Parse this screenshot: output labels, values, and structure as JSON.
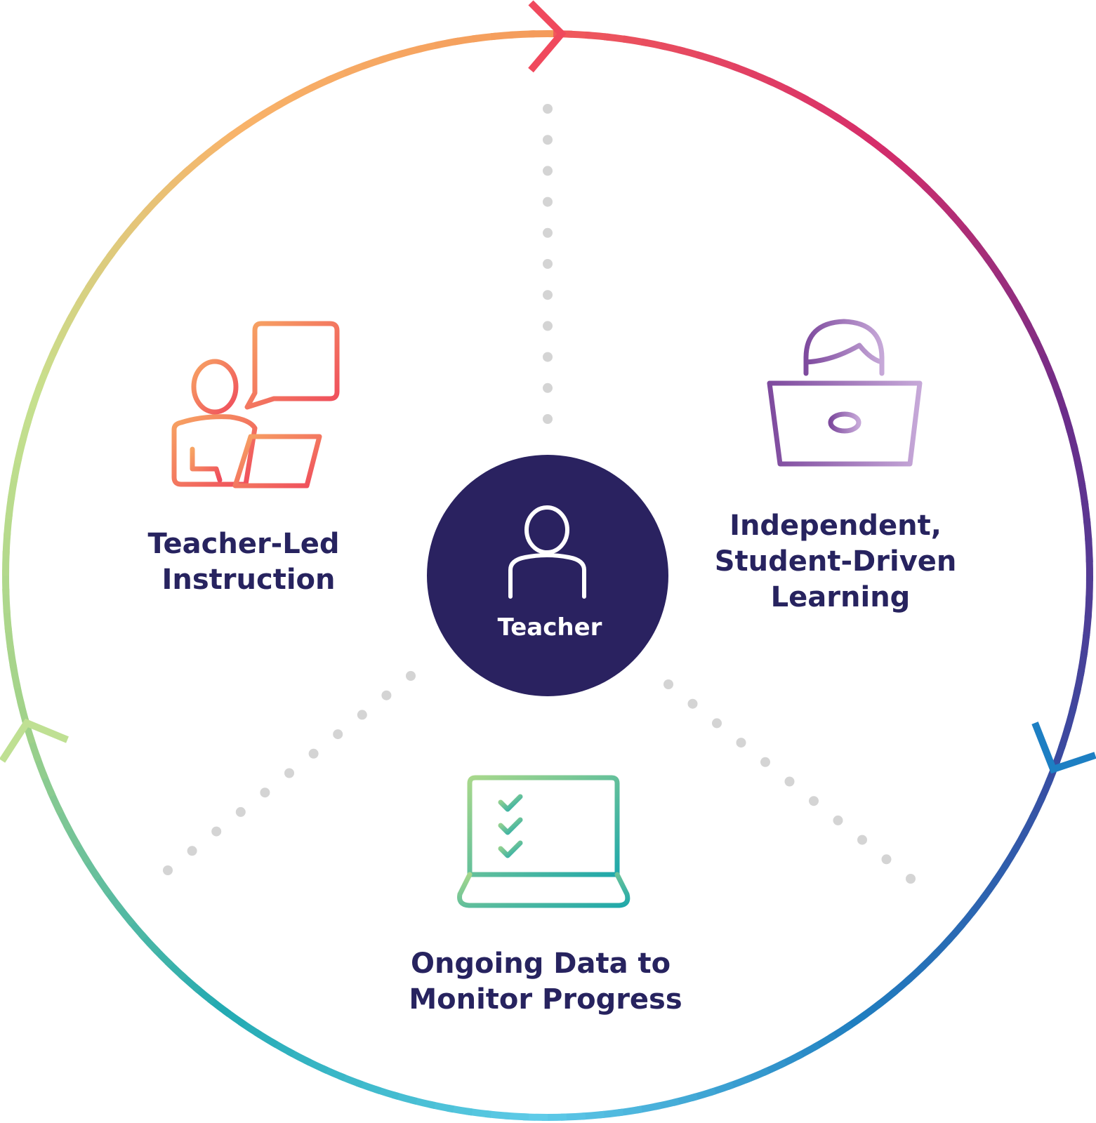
{
  "center": {
    "label": "Teacher",
    "icon": "person-icon",
    "color": "#2a2260"
  },
  "stations": [
    {
      "id": "teacher-led",
      "icon": "teacher-at-laptop-with-speech-bubble-icon",
      "lines": [
        "Teacher-Led",
        "Instruction"
      ]
    },
    {
      "id": "independent",
      "icon": "student-on-laptop-icon",
      "lines": [
        "Independent,",
        "Student-Driven",
        "Learning"
      ]
    },
    {
      "id": "ongoing-data",
      "icon": "laptop-checklist-icon",
      "lines": [
        "Ongoing Data to",
        "Monitor Progress"
      ]
    }
  ],
  "colors": {
    "label_text": "#27235f",
    "divider_dots": "#d4d4d4",
    "ring_gradient": [
      "#f05a5b",
      "#d62d6a",
      "#6a2d8a",
      "#3a4aa0",
      "#1f7ec0",
      "#5fcbe8",
      "#23aab2",
      "#9fd18a",
      "#c6e08e",
      "#f8b36a",
      "#f49a5a"
    ],
    "icon_orange_gradient": [
      "#f7a463",
      "#ef4b5c"
    ],
    "icon_purple_gradient": [
      "#7e4a9e",
      "#c6a8d8"
    ],
    "icon_green_gradient": [
      "#a8d88b",
      "#1fa8aa"
    ]
  }
}
